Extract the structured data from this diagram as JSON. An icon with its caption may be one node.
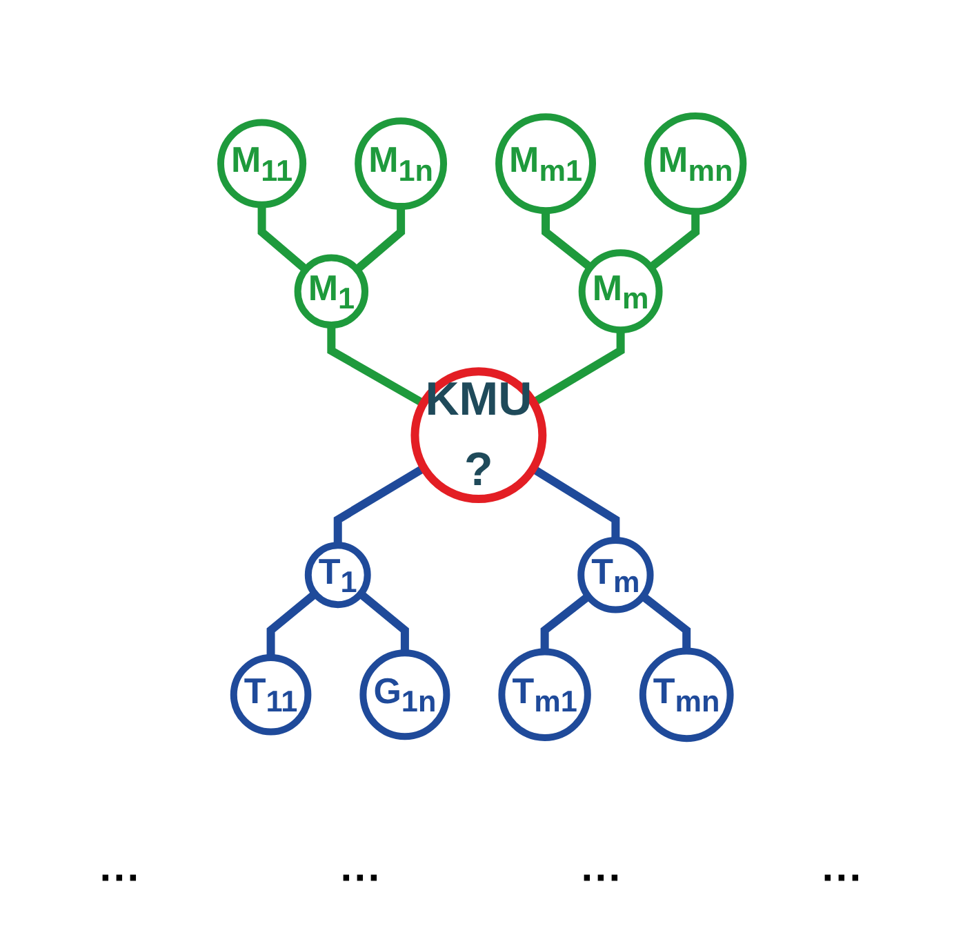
{
  "diagram": {
    "nodes": [
      {
        "text": [
          "M$_{11}$"
        ]
      },
      {
        "text": [
          "M$_{1n}$"
        ]
      },
      {
        "text": [
          "M$_{m1}$"
        ]
      },
      {
        "text": [
          "M$_{mn}$"
        ]
      },
      {
        "text": [
          "M$_{1}$"
        ]
      },
      {
        "text": [
          "M$_{m}$"
        ]
      },
      {
        "text": [
          "KMU",
          "?"
        ]
      },
      {
        "text": [
          "T$_{1}$"
        ]
      },
      {
        "text": [
          "T$_{m}$"
        ]
      },
      {
        "text": [
          "T$_{11}$"
        ]
      },
      {
        "text": [
          "G$_{1n}$"
        ]
      },
      {
        "text": [
          "T$_{m1}$"
        ]
      },
      {
        "text": [
          "T$_{mn}$"
        ]
      }
    ],
    "edges": [
      {
        "from": 0,
        "to": 4,
        "arrow": "none",
        "color": "#1e9a3c"
      },
      {
        "from": 1,
        "to": 4,
        "arrow": "none",
        "color": "#1e9a3c"
      },
      {
        "from": 2,
        "to": 5,
        "arrow": "none",
        "color": "#1e9a3c"
      },
      {
        "from": 3,
        "to": 5,
        "arrow": "none",
        "color": "#1e9a3c"
      },
      {
        "from": 4,
        "to": 6,
        "arrow": "none",
        "color": "#1e9a3c"
      },
      {
        "from": 5,
        "to": 6,
        "arrow": "none",
        "color": "#1e9a3c"
      },
      {
        "from": 6,
        "to": 7,
        "arrow": "none",
        "color": "#1f4a9a"
      },
      {
        "from": 6,
        "to": 8,
        "arrow": "none",
        "color": "#1f4a9a"
      },
      {
        "from": 7,
        "to": 9,
        "arrow": "none",
        "color": "#1f4a9a"
      },
      {
        "from": 7,
        "to": 10,
        "arrow": "none",
        "color": "#1f4a9a"
      },
      {
        "from": 8,
        "to": 11,
        "arrow": "none",
        "color": "#1f4a9a"
      },
      {
        "from": 8,
        "to": 12,
        "arrow": "none",
        "color": "#1f4a9a"
      }
    ],
    "labels": [
      "···",
      "···",
      "···",
      "···"
    ]
  }
}
